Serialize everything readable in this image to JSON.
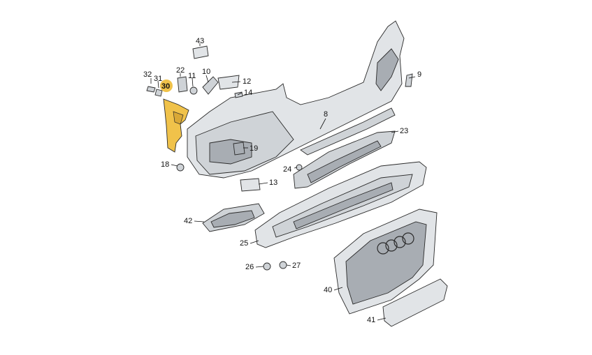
{
  "diagram": {
    "highlight_color": "#f0c24a",
    "part_fill": "#cfd3d7",
    "callouts": [
      {
        "id": "43",
        "text": "43"
      },
      {
        "id": "22",
        "text": "22"
      },
      {
        "id": "10",
        "text": "10"
      },
      {
        "id": "32",
        "text": "32"
      },
      {
        "id": "31",
        "text": "31"
      },
      {
        "id": "11",
        "text": "11"
      },
      {
        "id": "12",
        "text": "12"
      },
      {
        "id": "30",
        "text": "30"
      },
      {
        "id": "14",
        "text": "14"
      },
      {
        "id": "9",
        "text": "9"
      },
      {
        "id": "8",
        "text": "8"
      },
      {
        "id": "23",
        "text": "23"
      },
      {
        "id": "19",
        "text": "19"
      },
      {
        "id": "18",
        "text": "18"
      },
      {
        "id": "24",
        "text": "24"
      },
      {
        "id": "13",
        "text": "13"
      },
      {
        "id": "42",
        "text": "42"
      },
      {
        "id": "25",
        "text": "25"
      },
      {
        "id": "26",
        "text": "26"
      },
      {
        "id": "27",
        "text": "27"
      },
      {
        "id": "40",
        "text": "40"
      },
      {
        "id": "41",
        "text": "41"
      }
    ]
  }
}
